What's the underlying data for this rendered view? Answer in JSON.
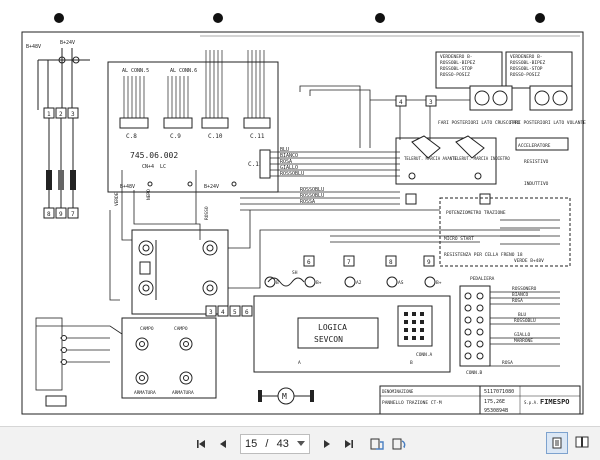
{
  "viewer": {
    "current_page": "15",
    "page_separator": "/",
    "total_pages": "43"
  },
  "schematic": {
    "top_left_label": "B+48V",
    "voltage_label_2": "B+24V",
    "connectors": {
      "al_conn5": "AL CONN.5",
      "al_conn6": "AL CONN.6",
      "c8": "C.8",
      "c9": "C.9",
      "c10": "C.10",
      "c11": "C.11",
      "c12": "C.12"
    },
    "part_number": "745.06.002",
    "conn_labels": [
      "CN+4",
      "LC"
    ],
    "supply_labels": [
      "B+48V",
      "B+24V"
    ],
    "bus_labels": [
      "BLU",
      "BIANCO",
      "ROSA",
      "GIALLO",
      "ROSSOBLU",
      "ROSSOBLU",
      "ROSSOBLU",
      "ROSSA"
    ],
    "colour_right": [
      "VERDENERO B-",
      "ROSSOBL-BIPEZ",
      "ROSSOBL-STOP",
      "ROSSO-POSIZ"
    ],
    "colour_right2": [
      "VERDENERO B-",
      "ROSSOBL-BIPEZ",
      "ROSSOBL-STOP",
      "ROSSO-POSIZ"
    ],
    "fari_left": "FARI POSTERIORI LATO CRUSCOTTO",
    "fari_right": "FARI POSTERIORI LATO VOLANTE",
    "teleruttore_1": "TELERUT. MARCIA AVANTI",
    "teleruttore_2": "TELERUT. MARCIA INDIETRO",
    "accelerator": "ACCELERATORE",
    "resistivo": "RESISTIVO",
    "induttivo": "INDUTTIVO",
    "potenziometro": "POTENZIOMETRO TRAZIONE",
    "micro_start": "MICRO START",
    "resistenza": "RESISTENZA PER CELLA FRENO 18",
    "verde_label": "VERDE B+48V",
    "pedaliera": "PEDALIERA",
    "rossonero": "ROSSONERO",
    "bianco": "BIANCO",
    "rosa": "ROSA",
    "blu": "BLU",
    "rossoblu": "ROSSOBLU",
    "giallo": "GIALLO",
    "marrone": "MARRONE",
    "conn_b": "CONN.B",
    "conn_a": "CONN.A",
    "logic_title_1": "LOGICA",
    "logic_title_2": "SEVCON",
    "campo": [
      "CAMPO",
      "CAMPO"
    ],
    "armatura": [
      "ARMATURA",
      "ARMATURA"
    ],
    "sh": "SH",
    "motor": "M",
    "marker_codes": [
      "B",
      "B+",
      "A2",
      "B+",
      "AS",
      "A",
      "B"
    ],
    "title_block": {
      "denominazione": "DENOMINAZIONE",
      "desc": "PANNELLO TRAZIONE CT-M",
      "code1": "5117071080",
      "code2": "175,26E",
      "code3": "9530894B",
      "sca": "S.p.A.",
      "brand": "FIMESPO"
    },
    "numbers": [
      "1",
      "2",
      "3",
      "4",
      "5",
      "6",
      "7",
      "8",
      "9"
    ]
  }
}
